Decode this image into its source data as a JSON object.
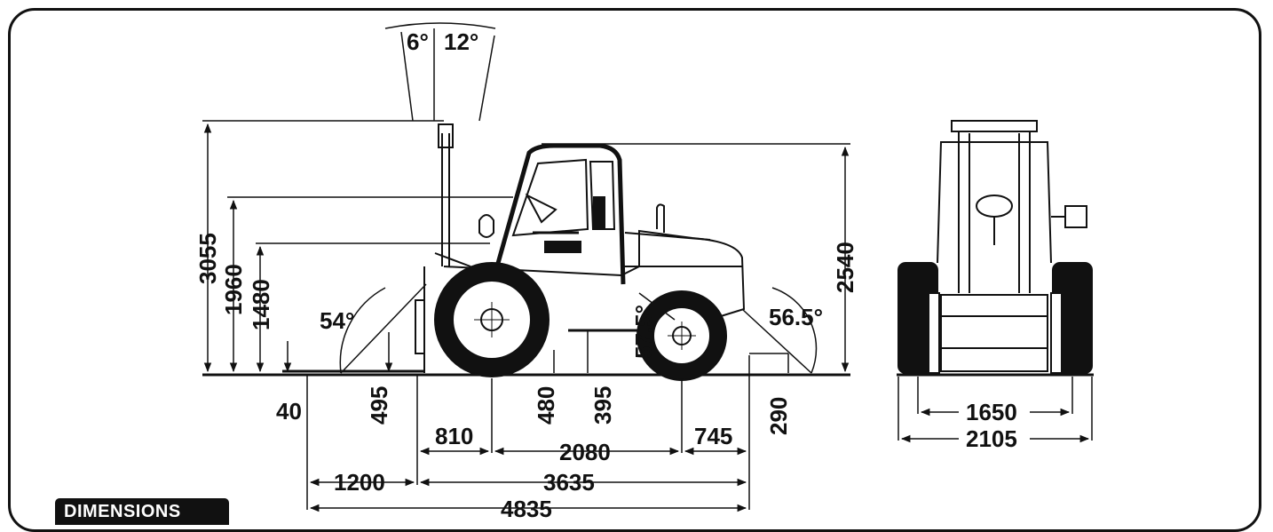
{
  "section_label": "DIMENSIONS",
  "side_view": {
    "tilt_back_angle": "6°",
    "tilt_forward_angle": "12°",
    "overall_height_mast": "3055",
    "height_1960": "1960",
    "height_1480": "1480",
    "approach_angle": "54°",
    "cab_height": "2540",
    "angle_57_5": "57.5°",
    "departure_angle": "56.5°",
    "fork_below_ground": "40",
    "dim_495": "495",
    "dim_480": "480",
    "dim_395": "395",
    "dim_290": "290",
    "front_overhang": "810",
    "wheelbase": "2080",
    "rear_overhang": "745",
    "fork_length": "1200",
    "length_to_fork_face": "3635",
    "overall_length": "4835"
  },
  "front_view": {
    "track_width": "1650",
    "overall_width": "2105"
  }
}
